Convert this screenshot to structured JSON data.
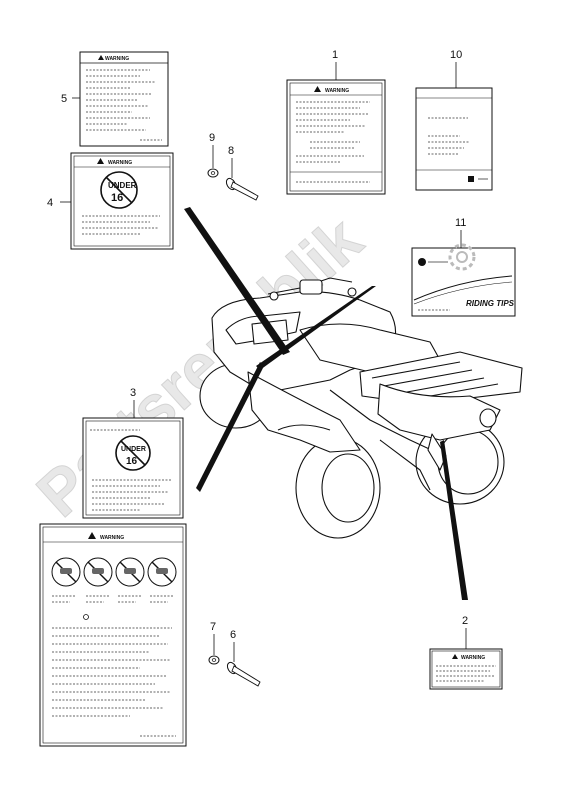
{
  "watermark": "Partsrepublik",
  "callouts": {
    "c1": "1",
    "c2": "2",
    "c3": "3",
    "c4": "4",
    "c5": "5",
    "c6": "6",
    "c7": "7",
    "c8": "8",
    "c9": "9",
    "c10": "10",
    "c11": "11"
  },
  "labels": {
    "warning": "WARNING",
    "under": "UNDER",
    "age16": "16",
    "riding_tips": "RIDING TIPS"
  }
}
